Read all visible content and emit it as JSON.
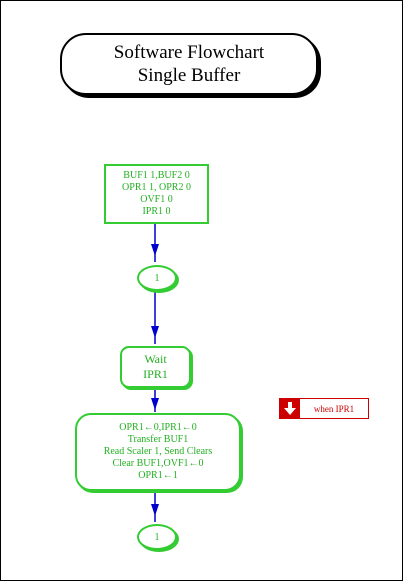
{
  "title": {
    "line1": "Software Flowchart",
    "line2": "Single Buffer"
  },
  "init_box": {
    "lines": [
      "BUF1 1,BUF2 0",
      "OPR1 1, OPR2 0",
      "OVF1 0",
      "IPR1 0"
    ]
  },
  "connector_top": {
    "label": "1"
  },
  "wait_box": {
    "line1": "Wait",
    "line2": "IPR1"
  },
  "action_box": {
    "lines": [
      "OPR1←0,IPR1←0",
      "Transfer BUF1",
      "Read Scaler 1, Send Clears",
      "Clear BUF1,OVF1←0",
      "OPR1←1"
    ]
  },
  "connector_bottom": {
    "label": "1"
  },
  "when_label": {
    "text": "when IPR1",
    "icon": "down-arrow-icon"
  },
  "colors": {
    "flow": "#33cc33",
    "arrow": "#0000cc",
    "event": "#cc0000"
  }
}
